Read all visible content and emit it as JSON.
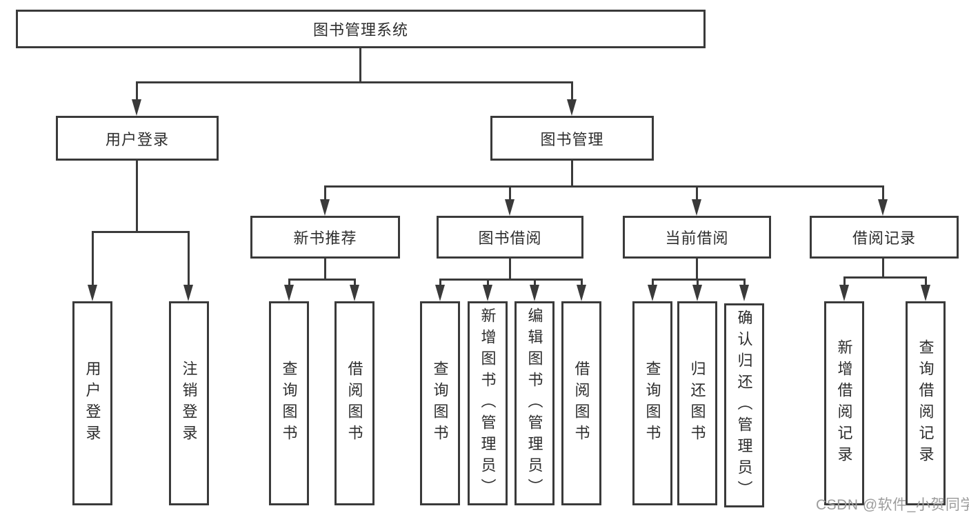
{
  "diagram": {
    "type": "hierarchy-tree",
    "colors": {
      "line": "#3a3a3a",
      "text": "#2d2d2d",
      "box_background": "#ffffff",
      "watermark": "#9c9c9c"
    }
  },
  "tree": {
    "root": {
      "label": "图书管理系统"
    },
    "user_login": {
      "label": "用户登录",
      "children": {
        "login": {
          "label": "用户登录"
        },
        "logout": {
          "label": "注销登录"
        }
      }
    },
    "book_mgmt": {
      "label": "图书管理",
      "children": {
        "new_books": {
          "label": "新书推荐",
          "children": {
            "query": {
              "label": "查询图书"
            },
            "borrow": {
              "label": "借阅图书"
            }
          }
        },
        "borrowing": {
          "label": "图书借阅",
          "children": {
            "query": {
              "label": "查询图书"
            },
            "add": {
              "label": "新增图书（管理员）"
            },
            "edit": {
              "label": "编辑图书（管理员）"
            },
            "borrow": {
              "label": "借阅图书"
            }
          }
        },
        "current": {
          "label": "当前借阅",
          "children": {
            "query": {
              "label": "查询图书"
            },
            "return": {
              "label": "归还图书"
            },
            "confirm": {
              "label": "确认归还（管理员）"
            }
          }
        },
        "records": {
          "label": "借阅记录",
          "children": {
            "add": {
              "label": "新增借阅记录"
            },
            "query": {
              "label": "查询借阅记录"
            }
          }
        }
      }
    }
  },
  "watermark": {
    "text": "CSDN @软件_小贺同学"
  }
}
